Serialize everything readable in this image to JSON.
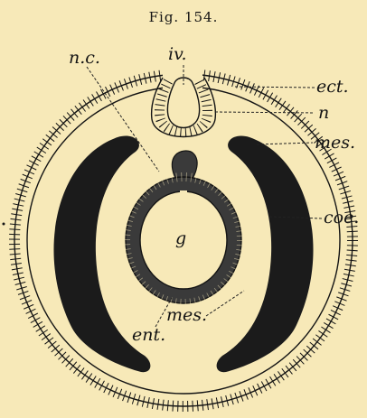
{
  "figure": {
    "caption": "Fig. 154.",
    "labels": {
      "nc": "n.c.",
      "iv": "iv.",
      "ect": "ect.",
      "n": "n",
      "mes_upper": "mes.",
      "coe": "coe.",
      "g": "g",
      "mes_lower": "mes.",
      "ent": "ent."
    }
  },
  "colors": {
    "paper": "#f7e9b8",
    "ink": "#141414",
    "mesoderm": "#1b1b1b",
    "endoderm": "#3a3a3a"
  }
}
